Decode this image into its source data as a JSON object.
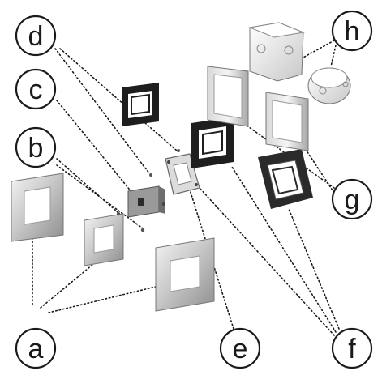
{
  "diagram": {
    "labels": {
      "a": "a",
      "b": "b",
      "c": "c",
      "d": "d",
      "e": "e",
      "f": "f",
      "g": "g",
      "h": "h"
    },
    "colors": {
      "ink": "#1a1a1a",
      "metal_light": "#e6e6e6",
      "metal_dark": "#8f8f8f",
      "frame_black": "#1e1e1e",
      "box_white": "#f2f2f2"
    }
  }
}
